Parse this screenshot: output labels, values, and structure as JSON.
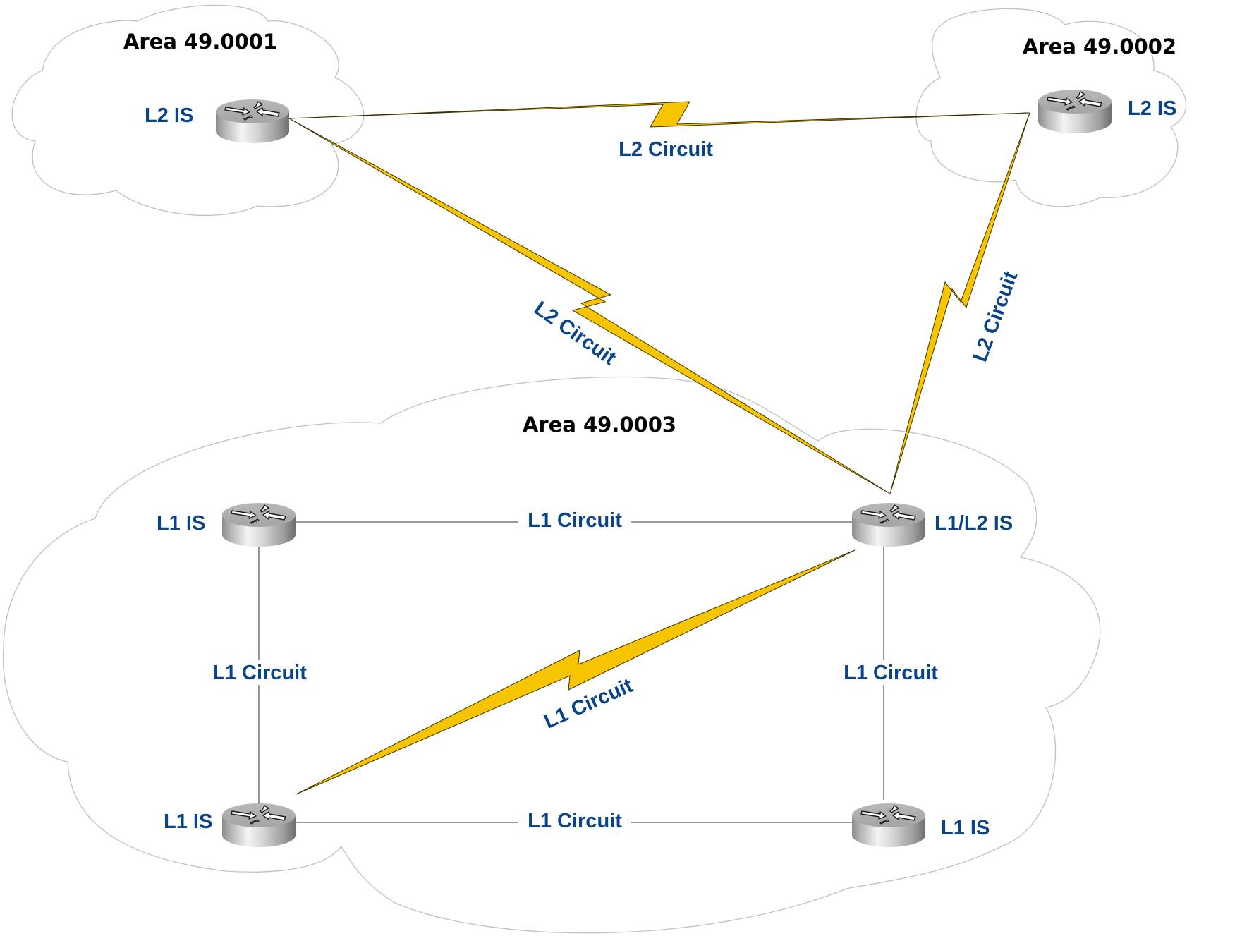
{
  "diagram": {
    "areas": [
      {
        "id": "area1",
        "title": "Area 49.0001"
      },
      {
        "id": "area2",
        "title": "Area 49.0002"
      },
      {
        "id": "area3",
        "title": "Area 49.0003"
      }
    ],
    "routers": [
      {
        "id": "r_a1",
        "label": "L2 IS",
        "area": "Area 49.0001",
        "icon": "router-icon"
      },
      {
        "id": "r_a2",
        "label": "L2 IS",
        "area": "Area 49.0002",
        "icon": "router-icon"
      },
      {
        "id": "r_l1_tl",
        "label": "L1 IS",
        "area": "Area 49.0003",
        "icon": "router-icon"
      },
      {
        "id": "r_l1l2",
        "label": "L1/L2 IS",
        "area": "Area 49.0003",
        "icon": "router-icon"
      },
      {
        "id": "r_l1_bl",
        "label": "L1 IS",
        "area": "Area 49.0003",
        "icon": "router-icon"
      },
      {
        "id": "r_l1_br",
        "label": "L1 IS",
        "area": "Area 49.0003",
        "icon": "router-icon"
      }
    ],
    "links": [
      {
        "id": "link_a1_a2",
        "from": "r_a1",
        "to": "r_a2",
        "label": "L2 Circuit",
        "style": "serial-bolt",
        "color": "#f7c500"
      },
      {
        "id": "link_a1_l1l2",
        "from": "r_a1",
        "to": "r_l1l2",
        "label": "L2 Circuit",
        "style": "serial-bolt",
        "color": "#f7c500"
      },
      {
        "id": "link_a2_l1l2",
        "from": "r_a2",
        "to": "r_l1l2",
        "label": "L2 Circuit",
        "style": "serial-bolt",
        "color": "#f7c500"
      },
      {
        "id": "link_tl_l1l2",
        "from": "r_l1_tl",
        "to": "r_l1l2",
        "label": "L1 Circuit",
        "style": "ethernet-line",
        "color": "#7a7a7a"
      },
      {
        "id": "link_tl_bl",
        "from": "r_l1_tl",
        "to": "r_l1_bl",
        "label": "L1 Circuit",
        "style": "ethernet-line",
        "color": "#7a7a7a"
      },
      {
        "id": "link_l1l2_br",
        "from": "r_l1l2",
        "to": "r_l1_br",
        "label": "L1 Circuit",
        "style": "ethernet-line",
        "color": "#7a7a7a"
      },
      {
        "id": "link_bl_l1l2",
        "from": "r_l1_bl",
        "to": "r_l1l2",
        "label": "L1 Circuit",
        "style": "serial-bolt",
        "color": "#f7c500"
      },
      {
        "id": "link_bl_br",
        "from": "r_l1_bl",
        "to": "r_l1_br",
        "label": "L1 Circuit",
        "style": "ethernet-line",
        "color": "#7a7a7a"
      }
    ],
    "colors": {
      "label_text": "#0a4488",
      "area_title": "#000000",
      "serial_link": "#f7c500",
      "ethernet_link": "#7a7a7a",
      "cloud_outline": "#b9c3c7"
    }
  }
}
